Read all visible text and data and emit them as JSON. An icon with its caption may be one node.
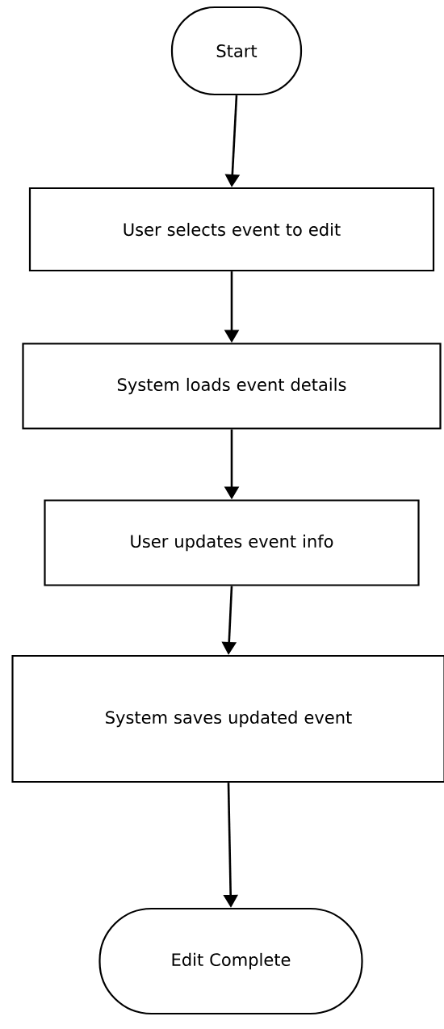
{
  "diagram": {
    "nodes": [
      {
        "text": [
          "Start"
        ]
      },
      {
        "text": [
          "User selects event to edit"
        ]
      },
      {
        "text": [
          "System loads event details"
        ]
      },
      {
        "text": [
          "User updates event info"
        ]
      },
      {
        "text": [
          "System saves updated event"
        ]
      },
      {
        "text": [
          "Edit Complete"
        ]
      }
    ],
    "edges": [
      {
        "from": 0,
        "to": 1,
        "arrow": "to"
      },
      {
        "from": 1,
        "to": 2,
        "arrow": "to"
      },
      {
        "from": 2,
        "to": 3,
        "arrow": "to"
      },
      {
        "from": 3,
        "to": 4,
        "arrow": "to"
      },
      {
        "from": 4,
        "to": 5,
        "arrow": "to"
      }
    ]
  }
}
